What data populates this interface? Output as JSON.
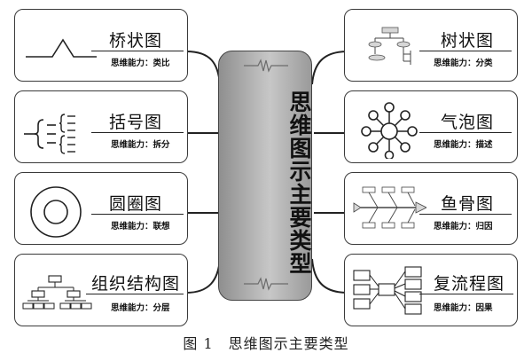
{
  "center": {
    "title": "思维图示主要类型"
  },
  "left_cards": [
    {
      "title": "桥状图",
      "ability": "思维能力：类比",
      "icon": "bridge-map-icon"
    },
    {
      "title": "括号图",
      "ability": "思维能力：拆分",
      "icon": "brace-map-icon"
    },
    {
      "title": "圆圈图",
      "ability": "思维能力：联想",
      "icon": "circle-map-icon"
    },
    {
      "title": "组织结构图",
      "ability": "思维能力：分层",
      "icon": "org-chart-icon"
    }
  ],
  "right_cards": [
    {
      "title": "树状图",
      "ability": "思维能力：分类",
      "icon": "tree-map-icon"
    },
    {
      "title": "气泡图",
      "ability": "思维能力：描述",
      "icon": "bubble-map-icon"
    },
    {
      "title": "鱼骨图",
      "ability": "思维能力：归因",
      "icon": "fishbone-icon"
    },
    {
      "title": "复流程图",
      "ability": "思维能力：因果",
      "icon": "multi-flow-map-icon"
    }
  ],
  "caption": "图 1　思维图示主要类型",
  "colors": {
    "border": "#3a3a3a",
    "center_fill": "#b4b4b4",
    "icon_fill": "#d6d6d6"
  }
}
